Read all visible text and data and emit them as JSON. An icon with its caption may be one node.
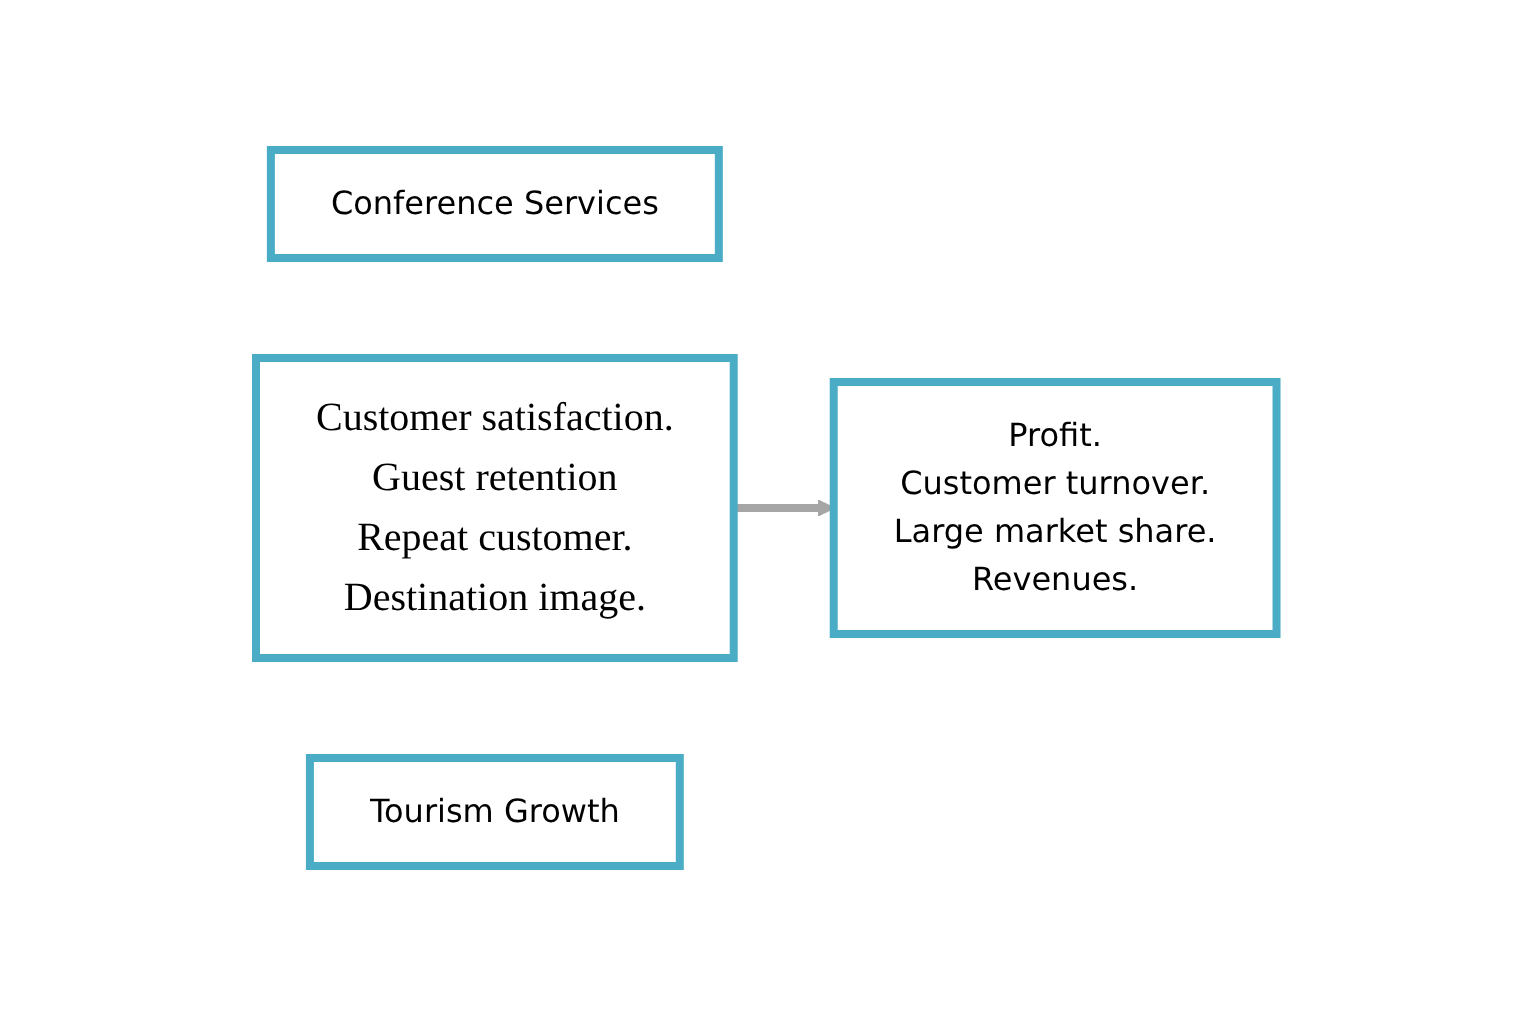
{
  "diagram": {
    "nodes": [
      {
        "text": [
          "Conference Services"
        ]
      },
      {
        "text": [
          "Customer satisfaction.",
          "Guest retention",
          "Repeat customer.",
          "Destination image."
        ]
      },
      {
        "text": [
          "Tourism Growth"
        ]
      },
      {
        "text": [
          "Profit.",
          "Customer turnover.",
          "Large market share.",
          "Revenues."
        ]
      }
    ],
    "edges": [
      {
        "from": 1,
        "to": 3,
        "arrow": "to"
      }
    ]
  }
}
